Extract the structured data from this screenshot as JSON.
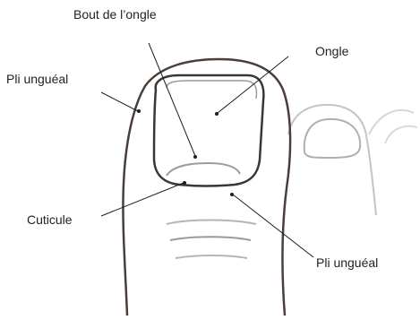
{
  "labels": {
    "nail_tip": "Bout de l’ongle",
    "nail": "Ongle",
    "nail_fold_left": "Pli unguéal",
    "cuticle": "Cuticule",
    "nail_fold_right": "Pli unguéal"
  },
  "colors": {
    "finger_outline": "#4a3f38",
    "nail_outline": "#3a3633",
    "leader_line": "#1e1e1e",
    "faint_sketch": "#b8b8b8",
    "text": "#222222"
  }
}
